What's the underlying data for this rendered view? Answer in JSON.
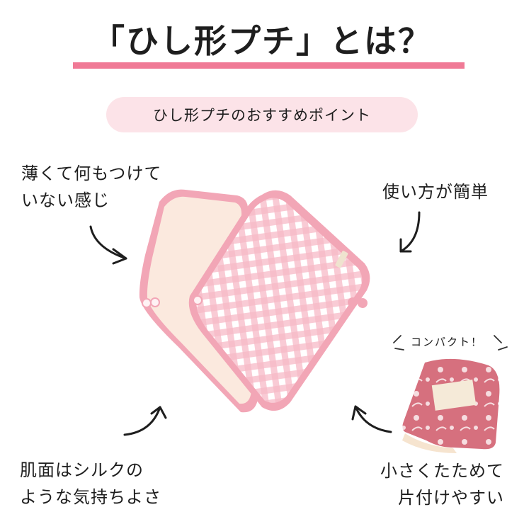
{
  "title": "「ひし形プチ」とは？",
  "subtitle": "ひし形プチのおすすめポイント",
  "points": {
    "top_left": [
      "薄くて何もつけて",
      "いない感じ"
    ],
    "top_right": [
      "使い方が簡単"
    ],
    "bottom_left": [
      "肌面はシルクの",
      "ような気持ちよさ"
    ],
    "bottom_right": [
      "小さくたためて",
      "片付けやすい"
    ]
  },
  "compact_tag": "コンパクト！",
  "colors": {
    "accent": "#f07a96",
    "pill_bg": "#fce3e8",
    "pad_pink": "#f2a6b6",
    "pad_cream": "#fbe9de",
    "folded_pad": "#d9707e"
  }
}
